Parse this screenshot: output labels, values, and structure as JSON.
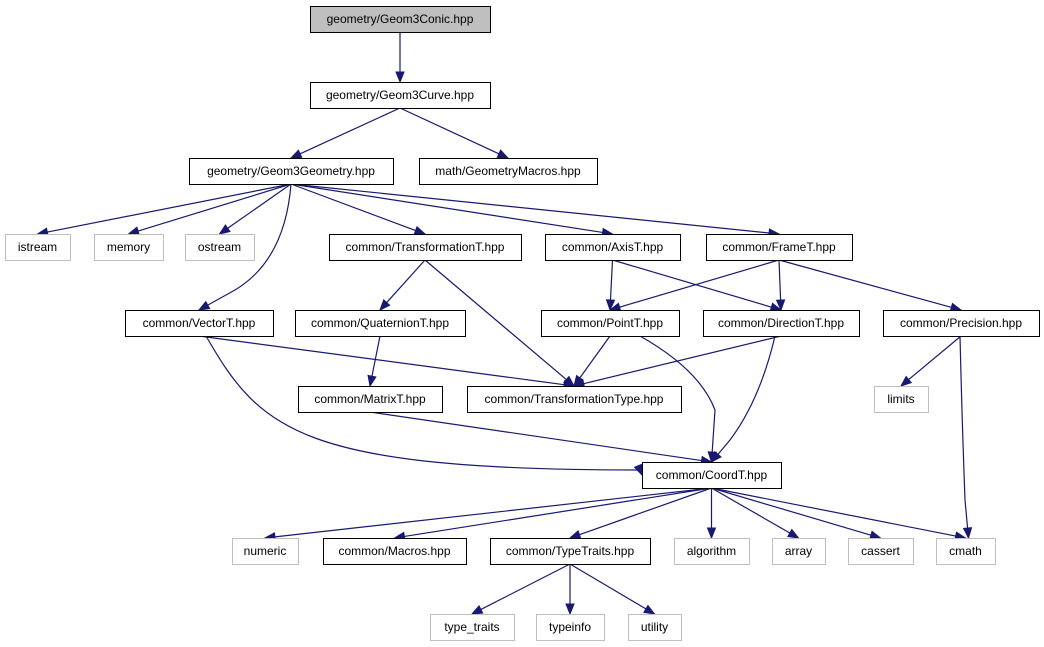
{
  "colors": {
    "edge": "#191970",
    "root_fill": "#bfbfbf",
    "internal_border": "#000000",
    "external_border": "#bfbfbf",
    "background": "#ffffff"
  },
  "nodes": {
    "conic": {
      "label": "geometry/Geom3Conic.hpp",
      "kind": "root"
    },
    "curve": {
      "label": "geometry/Geom3Curve.hpp",
      "kind": "internal"
    },
    "geometry": {
      "label": "geometry/Geom3Geometry.hpp",
      "kind": "internal"
    },
    "geommacros": {
      "label": "math/GeometryMacros.hpp",
      "kind": "internal"
    },
    "istream": {
      "label": "istream",
      "kind": "external"
    },
    "memory": {
      "label": "memory",
      "kind": "external"
    },
    "ostream": {
      "label": "ostream",
      "kind": "external"
    },
    "transformationT": {
      "label": "common/TransformationT.hpp",
      "kind": "internal"
    },
    "axisT": {
      "label": "common/AxisT.hpp",
      "kind": "internal"
    },
    "frameT": {
      "label": "common/FrameT.hpp",
      "kind": "internal"
    },
    "vectorT": {
      "label": "common/VectorT.hpp",
      "kind": "internal"
    },
    "quaternionT": {
      "label": "common/QuaternionT.hpp",
      "kind": "internal"
    },
    "pointT": {
      "label": "common/PointT.hpp",
      "kind": "internal"
    },
    "directionT": {
      "label": "common/DirectionT.hpp",
      "kind": "internal"
    },
    "precision": {
      "label": "common/Precision.hpp",
      "kind": "internal"
    },
    "matrixT": {
      "label": "common/MatrixT.hpp",
      "kind": "internal"
    },
    "transformationType": {
      "label": "common/TransformationType.hpp",
      "kind": "internal"
    },
    "limits": {
      "label": "limits",
      "kind": "external"
    },
    "coordT": {
      "label": "common/CoordT.hpp",
      "kind": "internal"
    },
    "numeric": {
      "label": "numeric",
      "kind": "external"
    },
    "macros": {
      "label": "common/Macros.hpp",
      "kind": "internal"
    },
    "typeTraits": {
      "label": "common/TypeTraits.hpp",
      "kind": "internal"
    },
    "algorithm": {
      "label": "algorithm",
      "kind": "external"
    },
    "array": {
      "label": "array",
      "kind": "external"
    },
    "cassert": {
      "label": "cassert",
      "kind": "external"
    },
    "cmath": {
      "label": "cmath",
      "kind": "external"
    },
    "type_traits": {
      "label": "type_traits",
      "kind": "external"
    },
    "typeinfo": {
      "label": "typeinfo",
      "kind": "external"
    },
    "utility": {
      "label": "utility",
      "kind": "external"
    }
  },
  "edges": [
    {
      "from": "conic",
      "to": "curve"
    },
    {
      "from": "curve",
      "to": "geometry"
    },
    {
      "from": "curve",
      "to": "geommacros"
    },
    {
      "from": "geometry",
      "to": "istream"
    },
    {
      "from": "geometry",
      "to": "memory"
    },
    {
      "from": "geometry",
      "to": "ostream"
    },
    {
      "from": "geometry",
      "to": "vectorT"
    },
    {
      "from": "geometry",
      "to": "transformationT"
    },
    {
      "from": "geometry",
      "to": "axisT"
    },
    {
      "from": "geometry",
      "to": "frameT"
    },
    {
      "from": "transformationT",
      "to": "quaternionT"
    },
    {
      "from": "transformationT",
      "to": "transformationType"
    },
    {
      "from": "axisT",
      "to": "pointT"
    },
    {
      "from": "axisT",
      "to": "directionT"
    },
    {
      "from": "frameT",
      "to": "pointT"
    },
    {
      "from": "frameT",
      "to": "directionT"
    },
    {
      "from": "frameT",
      "to": "precision"
    },
    {
      "from": "vectorT",
      "to": "transformationType"
    },
    {
      "from": "vectorT",
      "to": "coordT"
    },
    {
      "from": "quaternionT",
      "to": "matrixT"
    },
    {
      "from": "pointT",
      "to": "transformationType"
    },
    {
      "from": "pointT",
      "to": "coordT"
    },
    {
      "from": "directionT",
      "to": "transformationType"
    },
    {
      "from": "directionT",
      "to": "coordT"
    },
    {
      "from": "precision",
      "to": "limits"
    },
    {
      "from": "precision",
      "to": "cmath"
    },
    {
      "from": "matrixT",
      "to": "coordT"
    },
    {
      "from": "coordT",
      "to": "numeric"
    },
    {
      "from": "coordT",
      "to": "macros"
    },
    {
      "from": "coordT",
      "to": "typeTraits"
    },
    {
      "from": "coordT",
      "to": "algorithm"
    },
    {
      "from": "coordT",
      "to": "array"
    },
    {
      "from": "coordT",
      "to": "cassert"
    },
    {
      "from": "coordT",
      "to": "cmath"
    },
    {
      "from": "typeTraits",
      "to": "type_traits"
    },
    {
      "from": "typeTraits",
      "to": "typeinfo"
    },
    {
      "from": "typeTraits",
      "to": "utility"
    }
  ]
}
